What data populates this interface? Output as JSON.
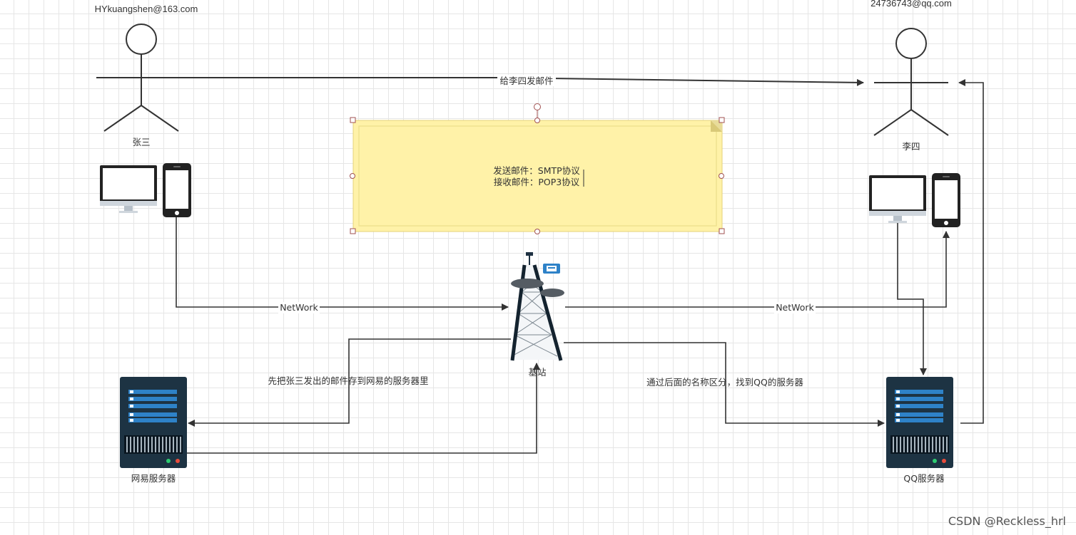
{
  "actors": {
    "sender": {
      "email": "HYkuangshen@163.com",
      "name": "张三"
    },
    "receiver": {
      "email": "24736743@qq.com",
      "name": "李四"
    }
  },
  "edges": {
    "send_mail": "给李四发邮件",
    "network_left": "NetWork",
    "network_right": "NetWork",
    "store_163": "先把张三发出的邮件存到网易的服务器里",
    "route_qq": "通过后面的名称区分，找到QQ的服务器"
  },
  "note": {
    "line1": "发送邮件：SMTP协议",
    "line2": "接收邮件：POP3协议"
  },
  "nodes": {
    "tower": "基站",
    "server_163": "网易服务器",
    "server_qq": "QQ服务器"
  },
  "watermark": "CSDN @Reckless_hrl",
  "colors": {
    "line": "#333333",
    "note_fill": "#fff2a8",
    "note_border": "#e6d37a",
    "server_body": "#1d3343",
    "server_bar": "#2e82c8",
    "device_dark": "#222222"
  }
}
